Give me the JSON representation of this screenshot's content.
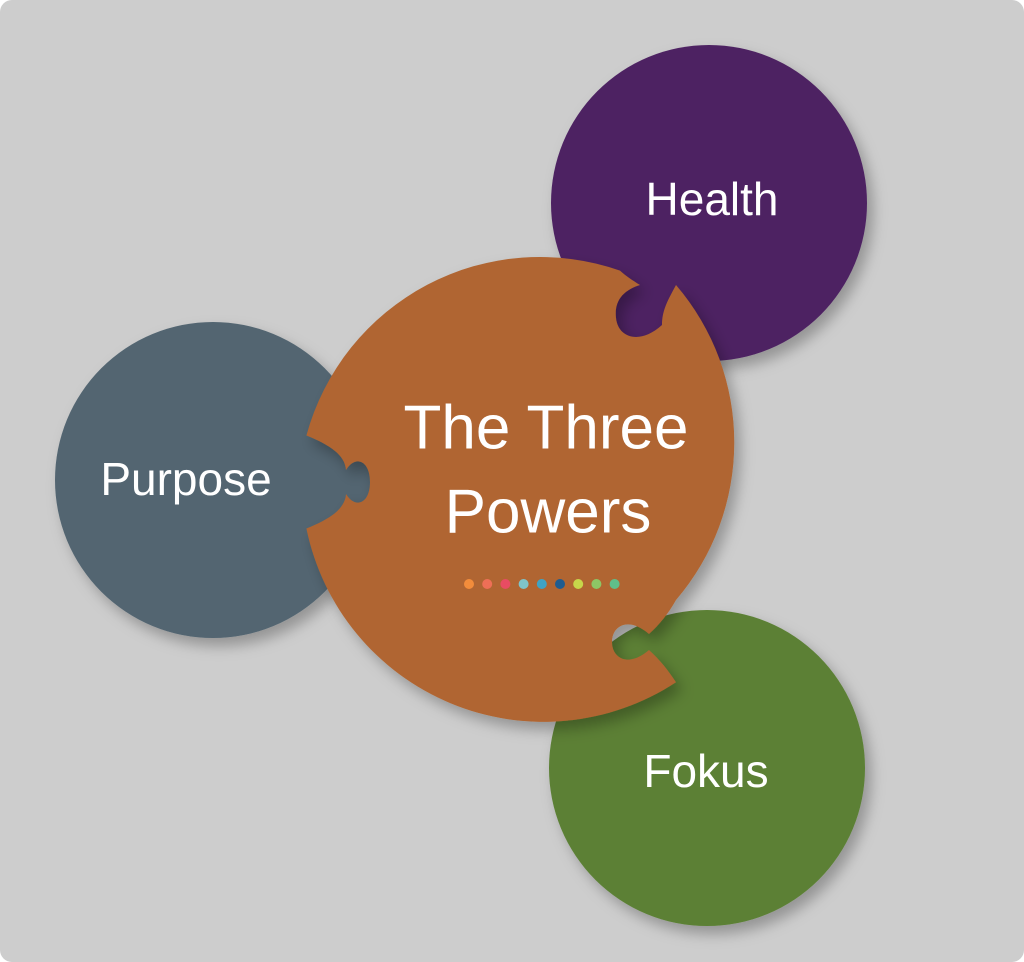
{
  "center": {
    "title_line1": "The Three",
    "title_line2": "Powers",
    "color": "#b06530",
    "dots": [
      "#f28c3b",
      "#ee6f56",
      "#e84c62",
      "#7fc4c9",
      "#3fa3c4",
      "#1f5c8f",
      "#c7d64a",
      "#8dc665",
      "#5fbf8a"
    ]
  },
  "nodes": [
    {
      "label": "Health",
      "color": "#4e2462"
    },
    {
      "label": "Purpose",
      "color": "#526571"
    },
    {
      "label": "Fokus",
      "color": "#5b8035"
    }
  ],
  "background": "#cdcdcd"
}
